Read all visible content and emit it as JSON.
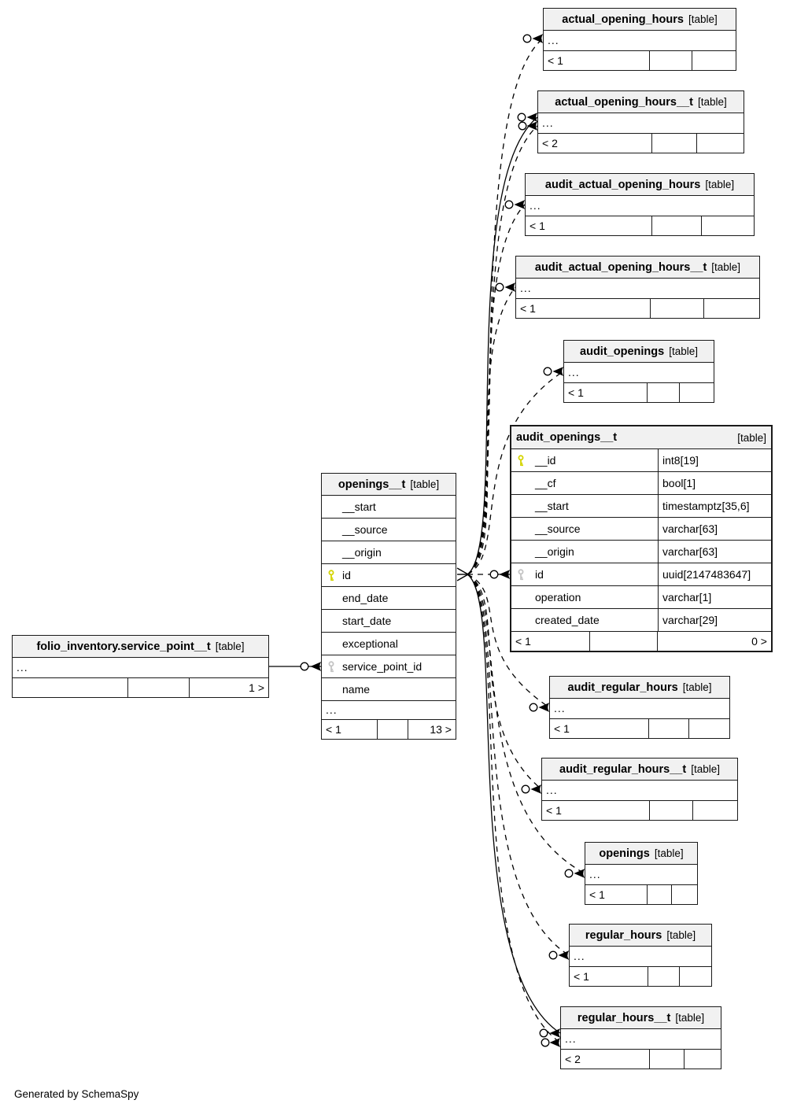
{
  "generator": "Generated by SchemaSpy",
  "colors": {
    "primary_key": "#d4d400",
    "foreign_key": "#c4c4c4",
    "header_bg": "#f1f1f1",
    "border": "#1a1a1a"
  },
  "tables": [
    {
      "name": "actual_opening_hours",
      "tag": "[table]",
      "ellipsis": "...",
      "footer": [
        "< 1",
        "",
        ""
      ]
    },
    {
      "name": "actual_opening_hours__t",
      "tag": "[table]",
      "ellipsis": "...",
      "footer": [
        "< 2",
        "",
        ""
      ]
    },
    {
      "name": "audit_actual_opening_hours",
      "tag": "[table]",
      "ellipsis": "...",
      "footer": [
        "< 1",
        "",
        ""
      ]
    },
    {
      "name": "audit_actual_opening_hours__t",
      "tag": "[table]",
      "ellipsis": "...",
      "footer": [
        "< 1",
        "",
        ""
      ]
    },
    {
      "name": "audit_openings",
      "tag": "[table]",
      "ellipsis": "...",
      "footer": [
        "< 1",
        "",
        ""
      ]
    },
    {
      "name": "audit_openings__t",
      "tag": "[table]",
      "columns": [
        {
          "key": "pk",
          "name": "__id",
          "type": "int8[19]"
        },
        {
          "key": "",
          "name": "__cf",
          "type": "bool[1]"
        },
        {
          "key": "",
          "name": "__start",
          "type": "timestamptz[35,6]"
        },
        {
          "key": "",
          "name": "__source",
          "type": "varchar[63]"
        },
        {
          "key": "",
          "name": "__origin",
          "type": "varchar[63]"
        },
        {
          "key": "fk",
          "name": "id",
          "type": "uuid[2147483647]"
        },
        {
          "key": "",
          "name": "operation",
          "type": "varchar[1]"
        },
        {
          "key": "",
          "name": "created_date",
          "type": "varchar[29]"
        }
      ],
      "footer": [
        "< 1",
        "",
        "0 >"
      ]
    },
    {
      "name": "openings__t",
      "tag": "[table]",
      "columns": [
        {
          "key": "",
          "name": "__start"
        },
        {
          "key": "",
          "name": "__source"
        },
        {
          "key": "",
          "name": "__origin"
        },
        {
          "key": "pk",
          "name": "id"
        },
        {
          "key": "",
          "name": "end_date"
        },
        {
          "key": "",
          "name": "start_date"
        },
        {
          "key": "",
          "name": "exceptional"
        },
        {
          "key": "fk",
          "name": "service_point_id"
        },
        {
          "key": "",
          "name": "name"
        }
      ],
      "ellipsis": "...",
      "footer": [
        "< 1",
        "",
        "13 >"
      ]
    },
    {
      "name": "folio_inventory.service_point__t",
      "tag": "[table]",
      "ellipsis": "...",
      "footer": [
        "",
        "",
        "1 >"
      ]
    },
    {
      "name": "audit_regular_hours",
      "tag": "[table]",
      "ellipsis": "...",
      "footer": [
        "< 1",
        "",
        ""
      ]
    },
    {
      "name": "audit_regular_hours__t",
      "tag": "[table]",
      "ellipsis": "...",
      "footer": [
        "< 1",
        "",
        ""
      ]
    },
    {
      "name": "openings",
      "tag": "[table]",
      "ellipsis": "...",
      "footer": [
        "< 1",
        "",
        ""
      ]
    },
    {
      "name": "regular_hours",
      "tag": "[table]",
      "ellipsis": "...",
      "footer": [
        "< 1",
        "",
        ""
      ]
    },
    {
      "name": "regular_hours__t",
      "tag": "[table]",
      "ellipsis": "...",
      "footer": [
        "< 2",
        "",
        ""
      ]
    }
  ]
}
